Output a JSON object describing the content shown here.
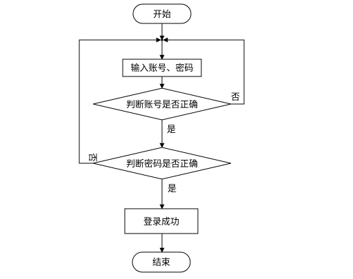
{
  "nodes": {
    "start": "开始",
    "input": "输入账号、密码",
    "check_account": "判断账号是否正确",
    "check_password": "判断密码是否正确",
    "success": "登录成功",
    "end": "结束"
  },
  "edges": {
    "account_yes": "是",
    "account_no": "否",
    "password_yes": "是",
    "password_no": "否"
  }
}
